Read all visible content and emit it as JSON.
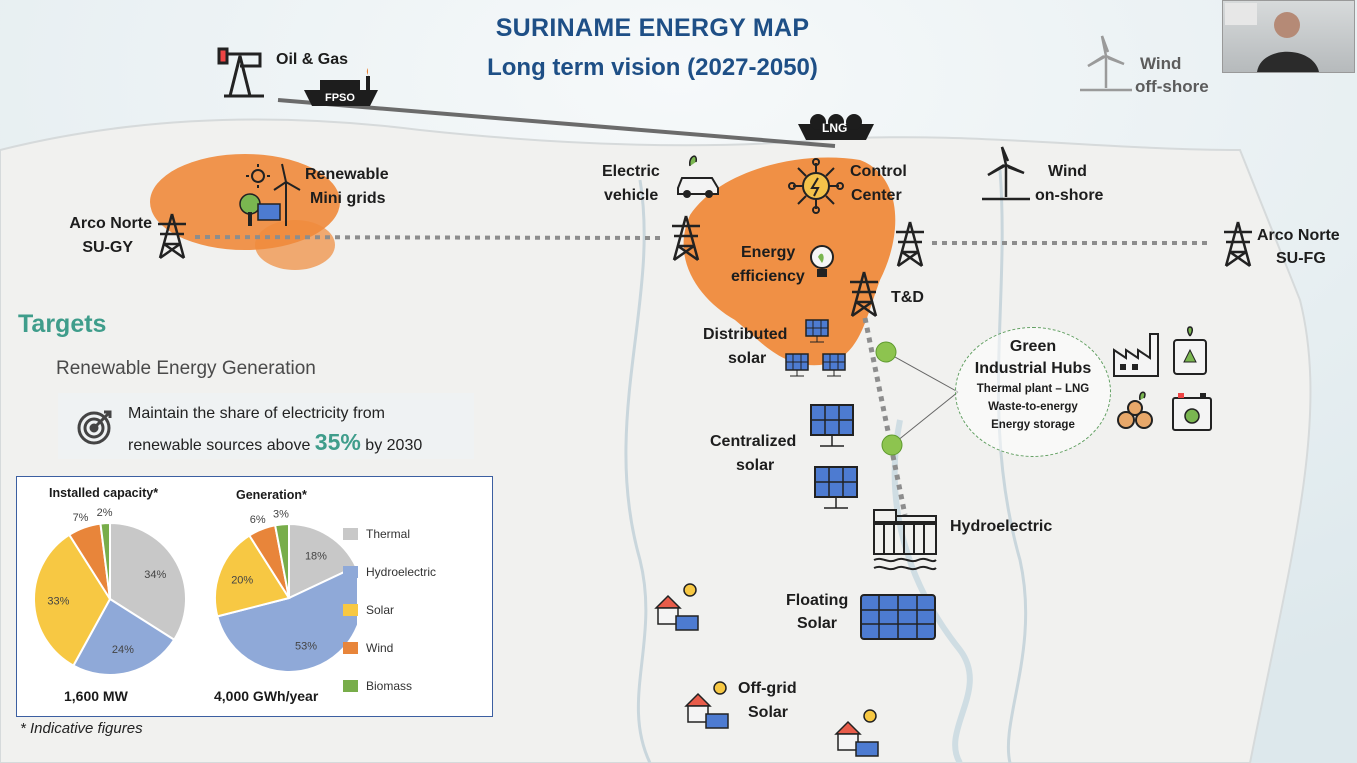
{
  "title": "SURINAME ENERGY MAP",
  "subtitle": "Long term vision (2027-2050)",
  "map_labels": {
    "oil_gas": "Oil & Gas",
    "fpso": "FPSO",
    "lng": "LNG",
    "wind_offshore_1": "Wind",
    "wind_offshore_2": "off-shore",
    "renewable_1": "Renewable",
    "renewable_2": "Mini grids",
    "arco_gy_1": "Arco Norte",
    "arco_gy_2": "SU-GY",
    "ev_1": "Electric",
    "ev_2": "vehicle",
    "control_1": "Control",
    "control_2": "Center",
    "wind_onshore_1": "Wind",
    "wind_onshore_2": "on-shore",
    "arco_fg_1": "Arco Norte",
    "arco_fg_2": "SU-FG",
    "ee_1": "Energy",
    "ee_2": "efficiency",
    "td": "T&D",
    "dist_1": "Distributed",
    "dist_2": "solar",
    "cent_1": "Centralized",
    "cent_2": "solar",
    "hydro": "Hydroelectric",
    "float_1": "Floating",
    "float_2": "Solar",
    "offgrid_1": "Off-grid",
    "offgrid_2": "Solar"
  },
  "hubs": {
    "title_1": "Green",
    "title_2": "Industrial Hubs",
    "line_1": "Thermal plant – LNG",
    "line_2": "Waste-to-energy",
    "line_3": "Energy storage"
  },
  "targets": {
    "title": "Targets",
    "section": "Renewable Energy Generation",
    "goal_1": "Maintain the share of electricity from",
    "goal_2": "renewable sources above",
    "goal_pct": "35%",
    "goal_3": "by 2030"
  },
  "footnote": "* Indicative figures",
  "colors": {
    "Thermal": "#c8c8c8",
    "Hydroelectric": "#8fa9d8",
    "Solar": "#f7c843",
    "Wind": "#e8853a",
    "Biomass": "#78ad4a",
    "title": "#1e4f86",
    "accent": "#3f9d8b",
    "hotspot": "#ef8a3b"
  },
  "chart_data": [
    {
      "type": "pie",
      "title": "Installed capacity*",
      "total_label": "1,600 MW",
      "categories": [
        "Thermal",
        "Hydroelectric",
        "Solar",
        "Wind",
        "Biomass"
      ],
      "values": [
        34,
        24,
        33,
        7,
        2
      ],
      "labels": [
        "34%",
        "24%",
        "33%",
        "7%",
        "2%"
      ]
    },
    {
      "type": "pie",
      "title": "Generation*",
      "total_label": "4,000 GWh/year",
      "categories": [
        "Thermal",
        "Hydroelectric",
        "Solar",
        "Wind",
        "Biomass"
      ],
      "values": [
        18,
        53,
        20,
        6,
        3
      ],
      "labels": [
        "18%",
        "53%",
        "20%",
        "6%",
        "3%"
      ]
    }
  ],
  "legend": [
    "Thermal",
    "Hydroelectric",
    "Solar",
    "Wind",
    "Biomass"
  ]
}
